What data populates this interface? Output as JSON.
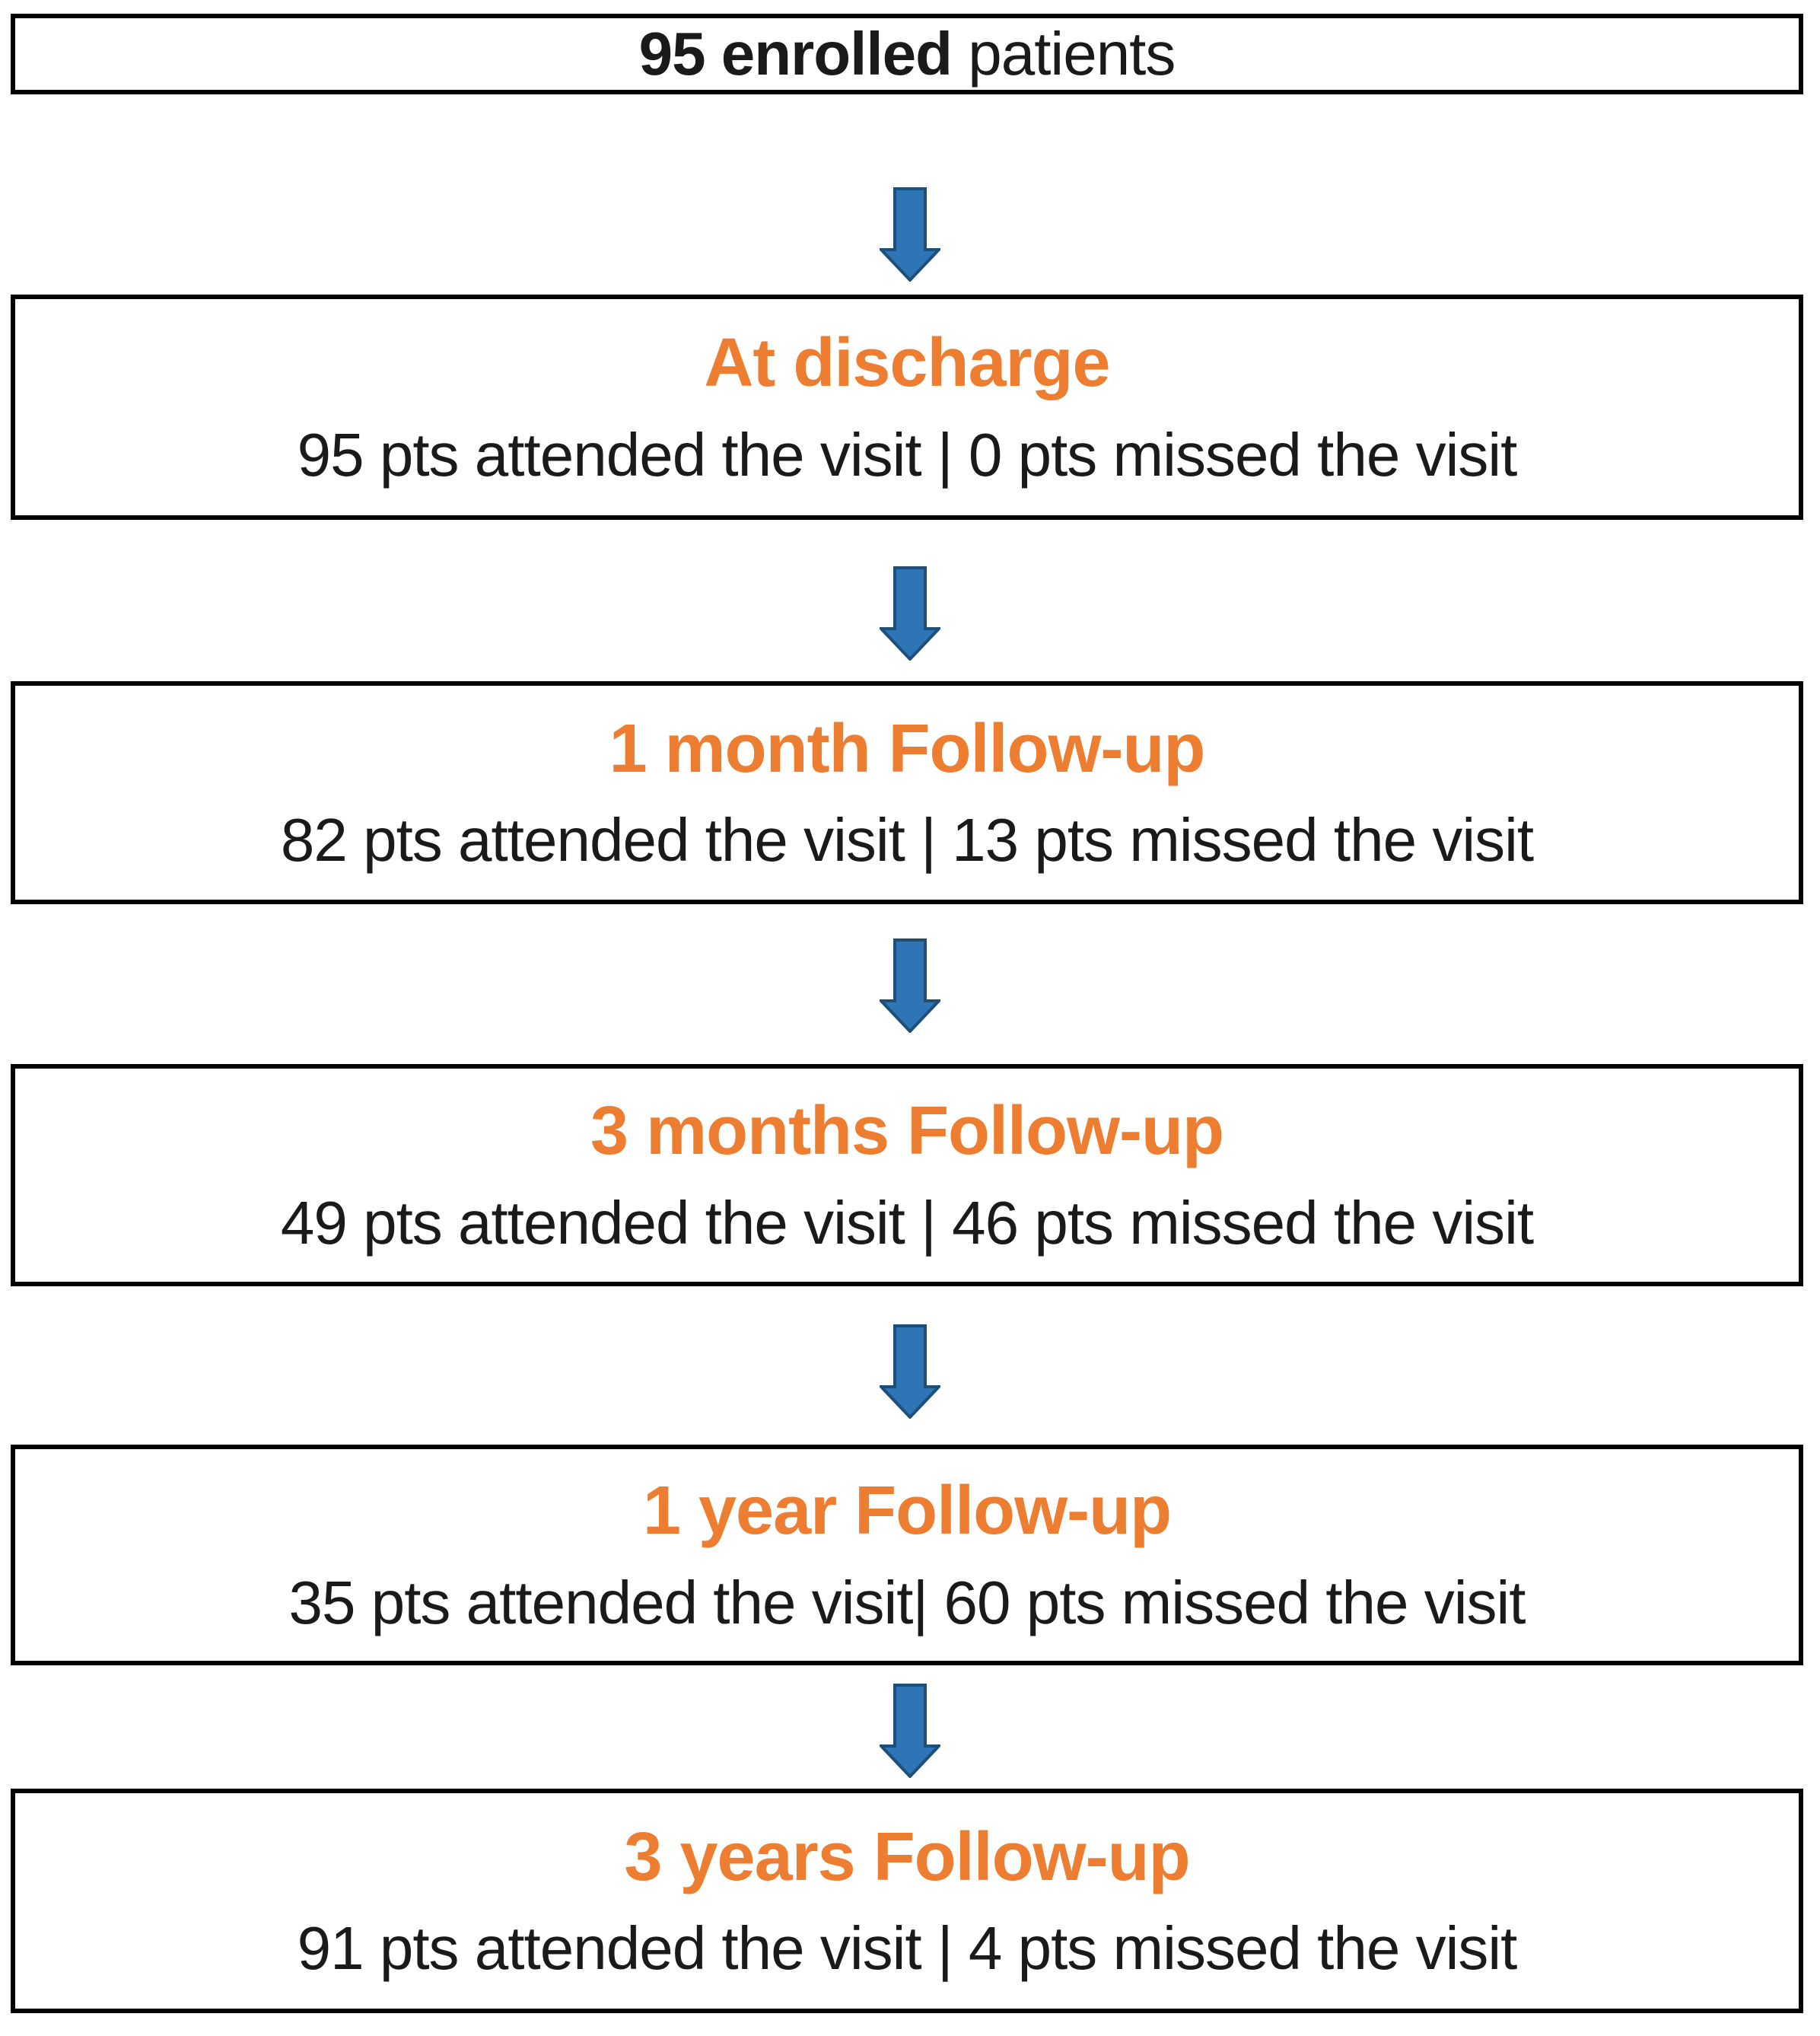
{
  "diagram": {
    "type": "patient-follow-up-flowchart",
    "background": "#ffffff"
  },
  "colors": {
    "stage_title_orange": "#ED7D31",
    "arrow_fill": "#2E75B6",
    "arrow_border": "#1F4E79",
    "box_border": "#000000",
    "body_text": "#1A1A1A"
  },
  "enrolled_box": {
    "bold_text": "95 enrolled",
    "regular_text": " patients",
    "total_enrolled": 95
  },
  "stages": [
    {
      "title": "At discharge",
      "stats": "95 pts attended the visit | 0 pts missed the visit",
      "attended": 95,
      "missed": 0
    },
    {
      "title": "1 month Follow-up",
      "stats": "82 pts attended the visit | 13 pts missed the visit",
      "attended": 82,
      "missed": 13
    },
    {
      "title": "3 months Follow-up",
      "stats": "49 pts attended the visit | 46 pts missed the visit",
      "attended": 49,
      "missed": 46
    },
    {
      "title": "1 year Follow-up",
      "stats": "35 pts attended the visit| 60 pts missed the visit",
      "attended": 35,
      "missed": 60
    },
    {
      "title": "3 years Follow-up",
      "stats": "91 pts attended the visit | 4 pts missed the visit",
      "attended": 91,
      "missed": 4
    }
  ],
  "arrows": {
    "glyph": "down-arrow",
    "count": 5
  }
}
